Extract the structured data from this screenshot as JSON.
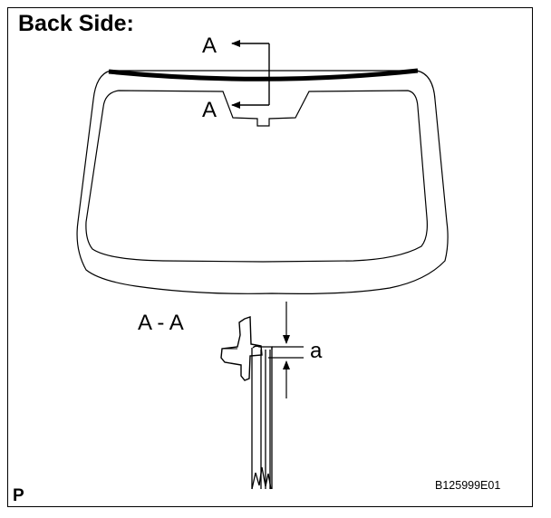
{
  "diagram": {
    "title": "Back Side:",
    "section_marker_top": "A",
    "section_marker_bottom": "A",
    "section_view_label": "A - A",
    "dimension_label": "a",
    "corner_label": "P",
    "figure_code": "B125999E01"
  },
  "colors": {
    "line": "#000000",
    "background": "#ffffff"
  }
}
